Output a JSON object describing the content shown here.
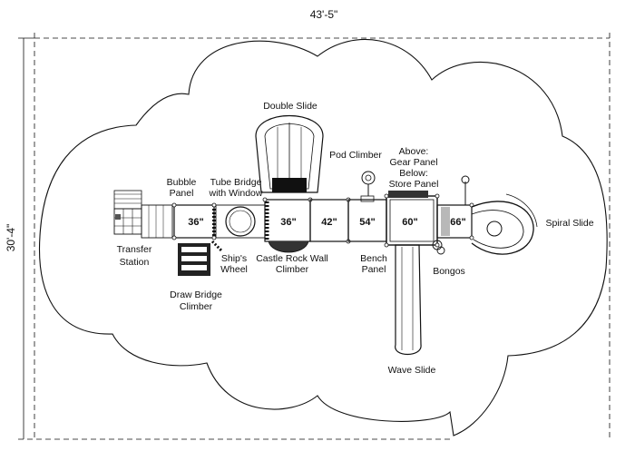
{
  "dimensions": {
    "width": "43'-5\"",
    "height": "30'-4\""
  },
  "decks": [
    "36\"",
    "36\"",
    "42\"",
    "54\"",
    "60\"",
    "66\""
  ],
  "labels": {
    "double_slide": "Double Slide",
    "pod_climber": "Pod Climber",
    "gear_panel_1": "Above:",
    "gear_panel_2": "Gear Panel",
    "gear_panel_3": "Below:",
    "gear_panel_4": "Store Panel",
    "bubble_panel_1": "Bubble",
    "bubble_panel_2": "Panel",
    "tube_bridge_1": "Tube Bridge",
    "tube_bridge_2": "with Window",
    "transfer_station_1": "Transfer",
    "transfer_station_2": "Station",
    "ships_wheel_1": "Ship's",
    "ships_wheel_2": "Wheel",
    "castle_climber_1": "Castle Rock Wall",
    "castle_climber_2": "Climber",
    "bench_panel_1": "Bench",
    "bench_panel_2": "Panel",
    "bongos": "Bongos",
    "spiral_slide": "Spiral Slide",
    "draw_bridge_1": "Draw Bridge",
    "draw_bridge_2": "Climber",
    "wave_slide": "Wave Slide"
  }
}
